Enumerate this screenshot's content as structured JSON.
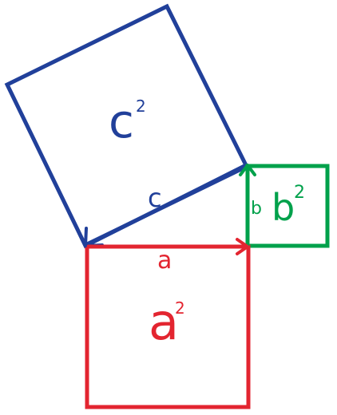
{
  "colors": {
    "blue": "#21409a",
    "green": "#00a14b",
    "red": "#e32530"
  },
  "squares": {
    "c": {
      "label": "c",
      "exponent": "2"
    },
    "b": {
      "label": "b",
      "exponent": "2"
    },
    "a": {
      "label": "a",
      "exponent": "2"
    }
  },
  "sides": {
    "c": "c",
    "b": "b",
    "a": "a"
  }
}
